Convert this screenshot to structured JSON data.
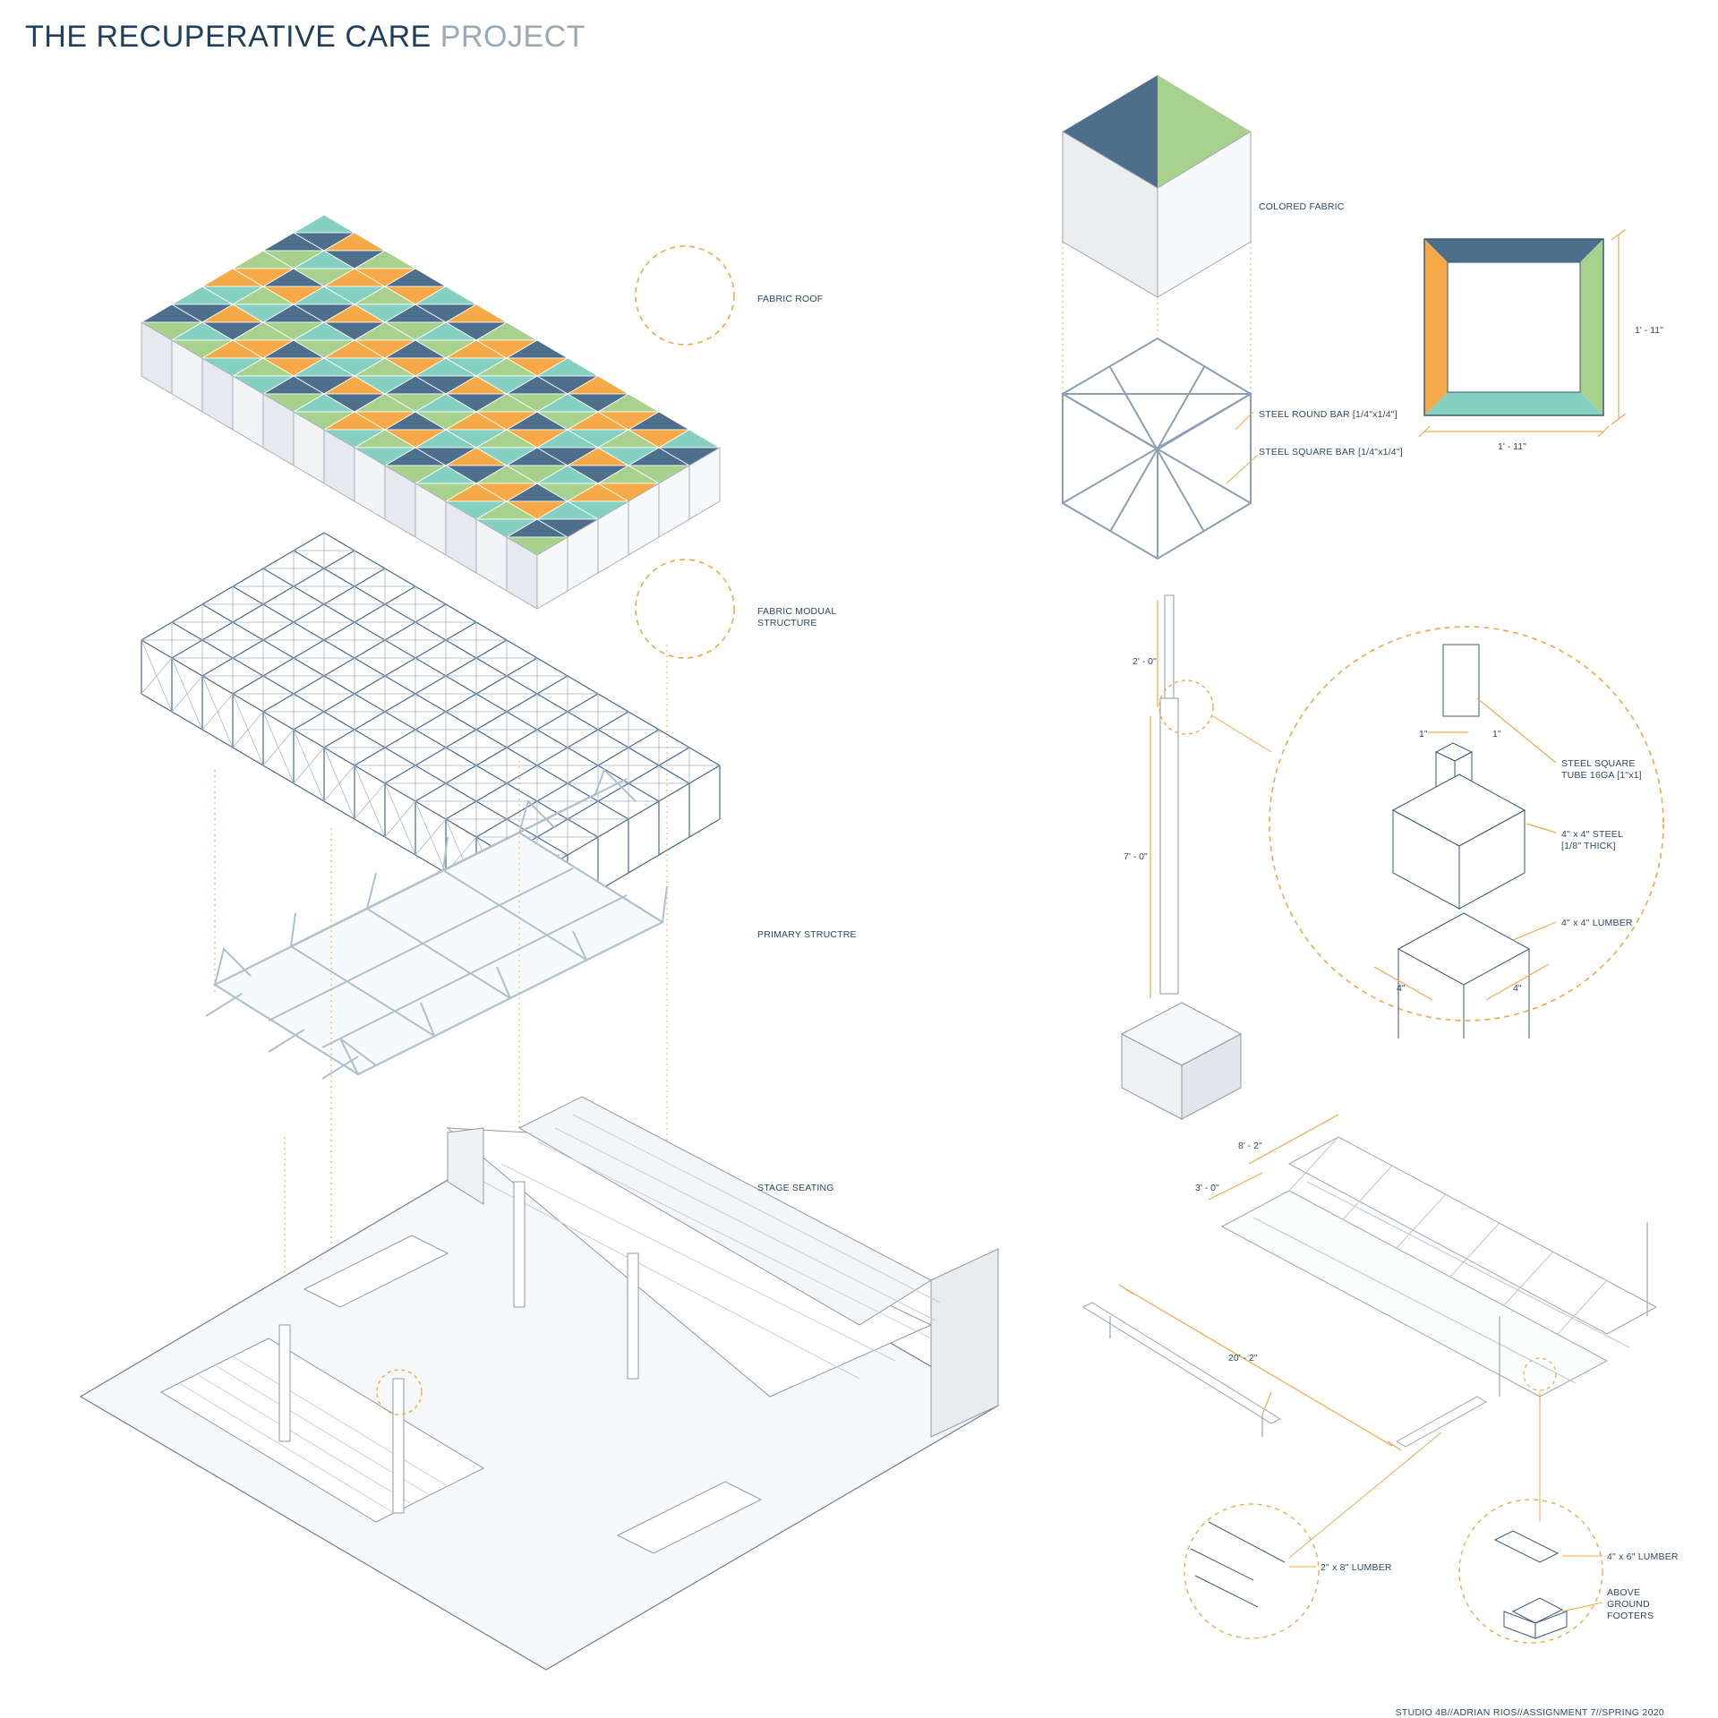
{
  "title": {
    "main": "THE RECUPERATIVE CARE",
    "light": "PROJECT"
  },
  "labels": {
    "fabric_roof": "FABRIC ROOF",
    "fabric_modual_structure_1": "FABRIC MODUAL",
    "fabric_modual_structure_2": "STRUCTURE",
    "primary_structure": "PRIMARY STRUCTRE",
    "stage_seating": "STAGE SEATING",
    "colored_fabric": "COLORED FABRIC",
    "steel_round_bar": "STEEL ROUND BAR [1/4\"x1/4\"]",
    "steel_square_bar": "STEEL SQUARE BAR [1/4\"x1/4\"]",
    "steel_square_tube_1": "STEEL SQUARE",
    "steel_square_tube_2": "TUBE 16GA [1\"x1]",
    "steel_plate_1": "4\" x 4\" STEEL",
    "steel_plate_2": "[1/8\" THICK]",
    "lumber_4x4": "4\" x 4\" LUMBER",
    "lumber_2x8": "2\" x 8\" LUMBER",
    "lumber_4x6": "4\" x 6\" LUMBER",
    "footers_1": "ABOVE",
    "footers_2": "GROUND",
    "footers_3": "FOOTERS"
  },
  "dimensions": {
    "fabric_height": "1' - 11\"",
    "fabric_width": "1' - 11\"",
    "post_top": "2' - 0\"",
    "post_height": "7' - 0\"",
    "tube_a": "1\"",
    "tube_b": "1\"",
    "lumber_a": "4\"",
    "lumber_b": "4\"",
    "deck_width": "8' - 2\"",
    "deck_step": "3' - 0\"",
    "deck_length": "20' - 2\""
  },
  "footer": "STUDIO 4B//ADRIAN RIOS//ASSIGNMENT 7//SPRING 2020",
  "colors": {
    "navy": "#4e6f8c",
    "green": "#a9d18e",
    "orange": "#f5aa47",
    "teal": "#86d0c3",
    "line": "#3b5a78",
    "accent": "#f0a849"
  }
}
